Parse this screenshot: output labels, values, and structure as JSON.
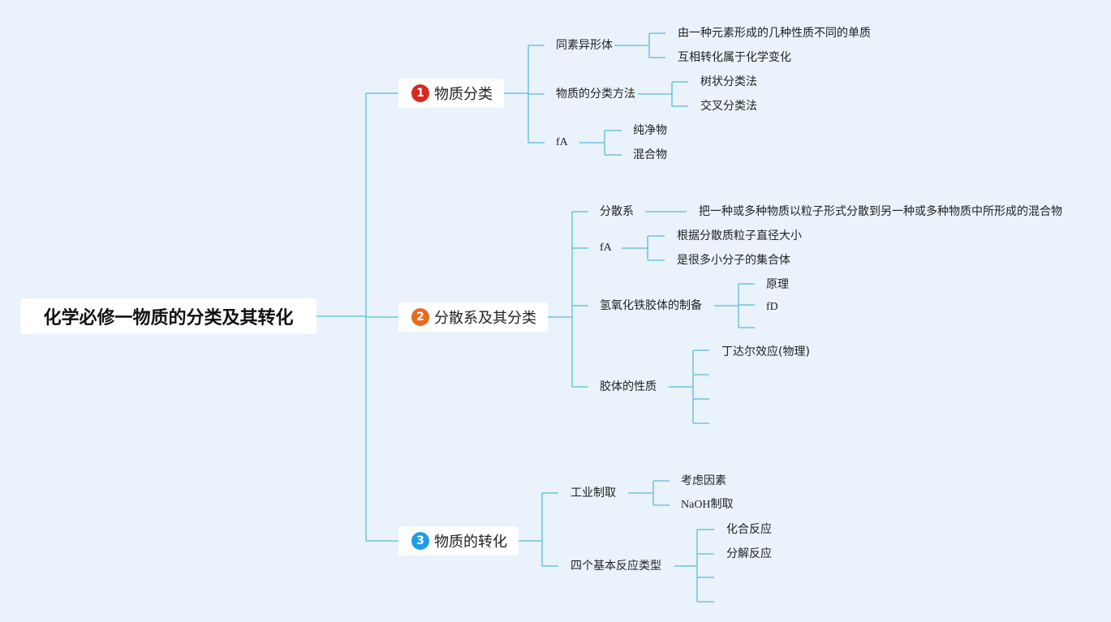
{
  "root": {
    "title": "化学必修一物质的分类及其转化"
  },
  "colors": {
    "line": "#6fc3dc",
    "badge1": "#d9281e",
    "badge2": "#e86b1e",
    "badge3": "#1e9ee0",
    "background": "#eaf2fb"
  },
  "topics": [
    {
      "number": "1",
      "label": "物质分类",
      "children": [
        {
          "label": "同素异形体",
          "children": [
            "由一种元素形成的几种性质不同的单质",
            "互相转化属于化学变化"
          ]
        },
        {
          "label": "物质的分类方法",
          "children": [
            "树状分类法",
            "交叉分类法"
          ]
        },
        {
          "label": "fA",
          "children": [
            "纯净物",
            "混合物"
          ]
        }
      ]
    },
    {
      "number": "2",
      "label": "分散系及其分类",
      "children": [
        {
          "label": "分散系",
          "children": [
            "把一种或多种物质以粒子形式分散到另一种或多种物质中所形成的混合物"
          ]
        },
        {
          "label": "fA",
          "children": [
            "根据分散质粒子直径大小",
            "是很多小分子的集合体"
          ]
        },
        {
          "label": "氢氧化铁胶体的制备",
          "children": [
            "原理",
            "fD",
            ""
          ]
        },
        {
          "label": "胶体的性质",
          "children": [
            "丁达尔效应(物理)",
            "",
            "",
            ""
          ]
        }
      ]
    },
    {
      "number": "3",
      "label": "物质的转化",
      "children": [
        {
          "label": "工业制取",
          "children": [
            "考虑因素",
            "NaOH制取"
          ]
        },
        {
          "label": "四个基本反应类型",
          "children": [
            "化合反应",
            "分解反应",
            "",
            ""
          ]
        }
      ]
    }
  ]
}
